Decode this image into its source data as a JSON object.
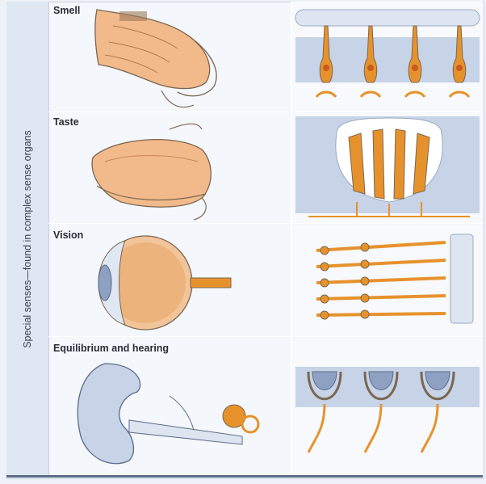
{
  "side_label": "Special senses—found in complex sense organs",
  "rows": [
    {
      "label": "Smell"
    },
    {
      "label": "Taste"
    },
    {
      "label": "Vision"
    },
    {
      "label": "Equilibrium and hearing"
    }
  ],
  "colors": {
    "skin": "#f2b98a",
    "cell": "#e6922c",
    "outline": "#7a6652",
    "tissue": "#c7d3e6",
    "nucleus": "#c85a1e"
  }
}
